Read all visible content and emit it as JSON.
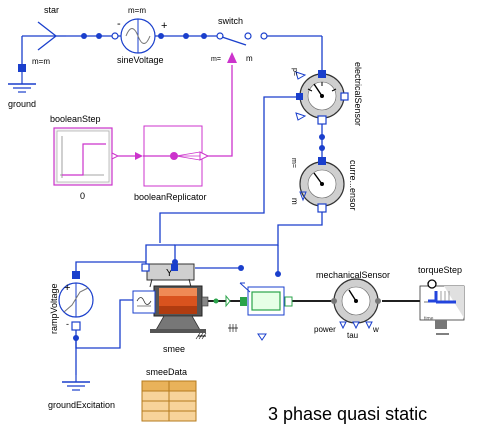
{
  "diagram": {
    "caption": "3 phase quasi static",
    "labels": {
      "star": "star",
      "star_m": "m=m",
      "ground": "ground",
      "sine_m": "m=m",
      "sine_voltage": "sineVoltage",
      "sine_minus": "-",
      "sine_plus": "+",
      "switch": "switch",
      "switch_m_left": "m=",
      "switch_m_right": "m",
      "boolean_step": "booleanStep",
      "boolean_step_value": "0",
      "boolean_replicator": "booleanReplicator",
      "electrical_sensor": "electricalSensor",
      "current_sensor": "curre...ensor",
      "current_m_top": "m=",
      "current_m_bottom": "m",
      "ramp_voltage": "rampVoltage",
      "ground_excitation": "groundExcitation",
      "smee": "smee",
      "smee_y": "Y",
      "mechanical_sensor": "mechanicalSensor",
      "power": "power",
      "tau": "tau",
      "w": "w",
      "torque_step": "torqueStep",
      "time": "time",
      "smee_data": "smeeData"
    }
  },
  "colors": {
    "electric": "#1a3fcc",
    "boolean": "#cc33cc",
    "mechanical": "#000000",
    "signal_blue": "#0000cc",
    "rotor": "#d9531e"
  }
}
